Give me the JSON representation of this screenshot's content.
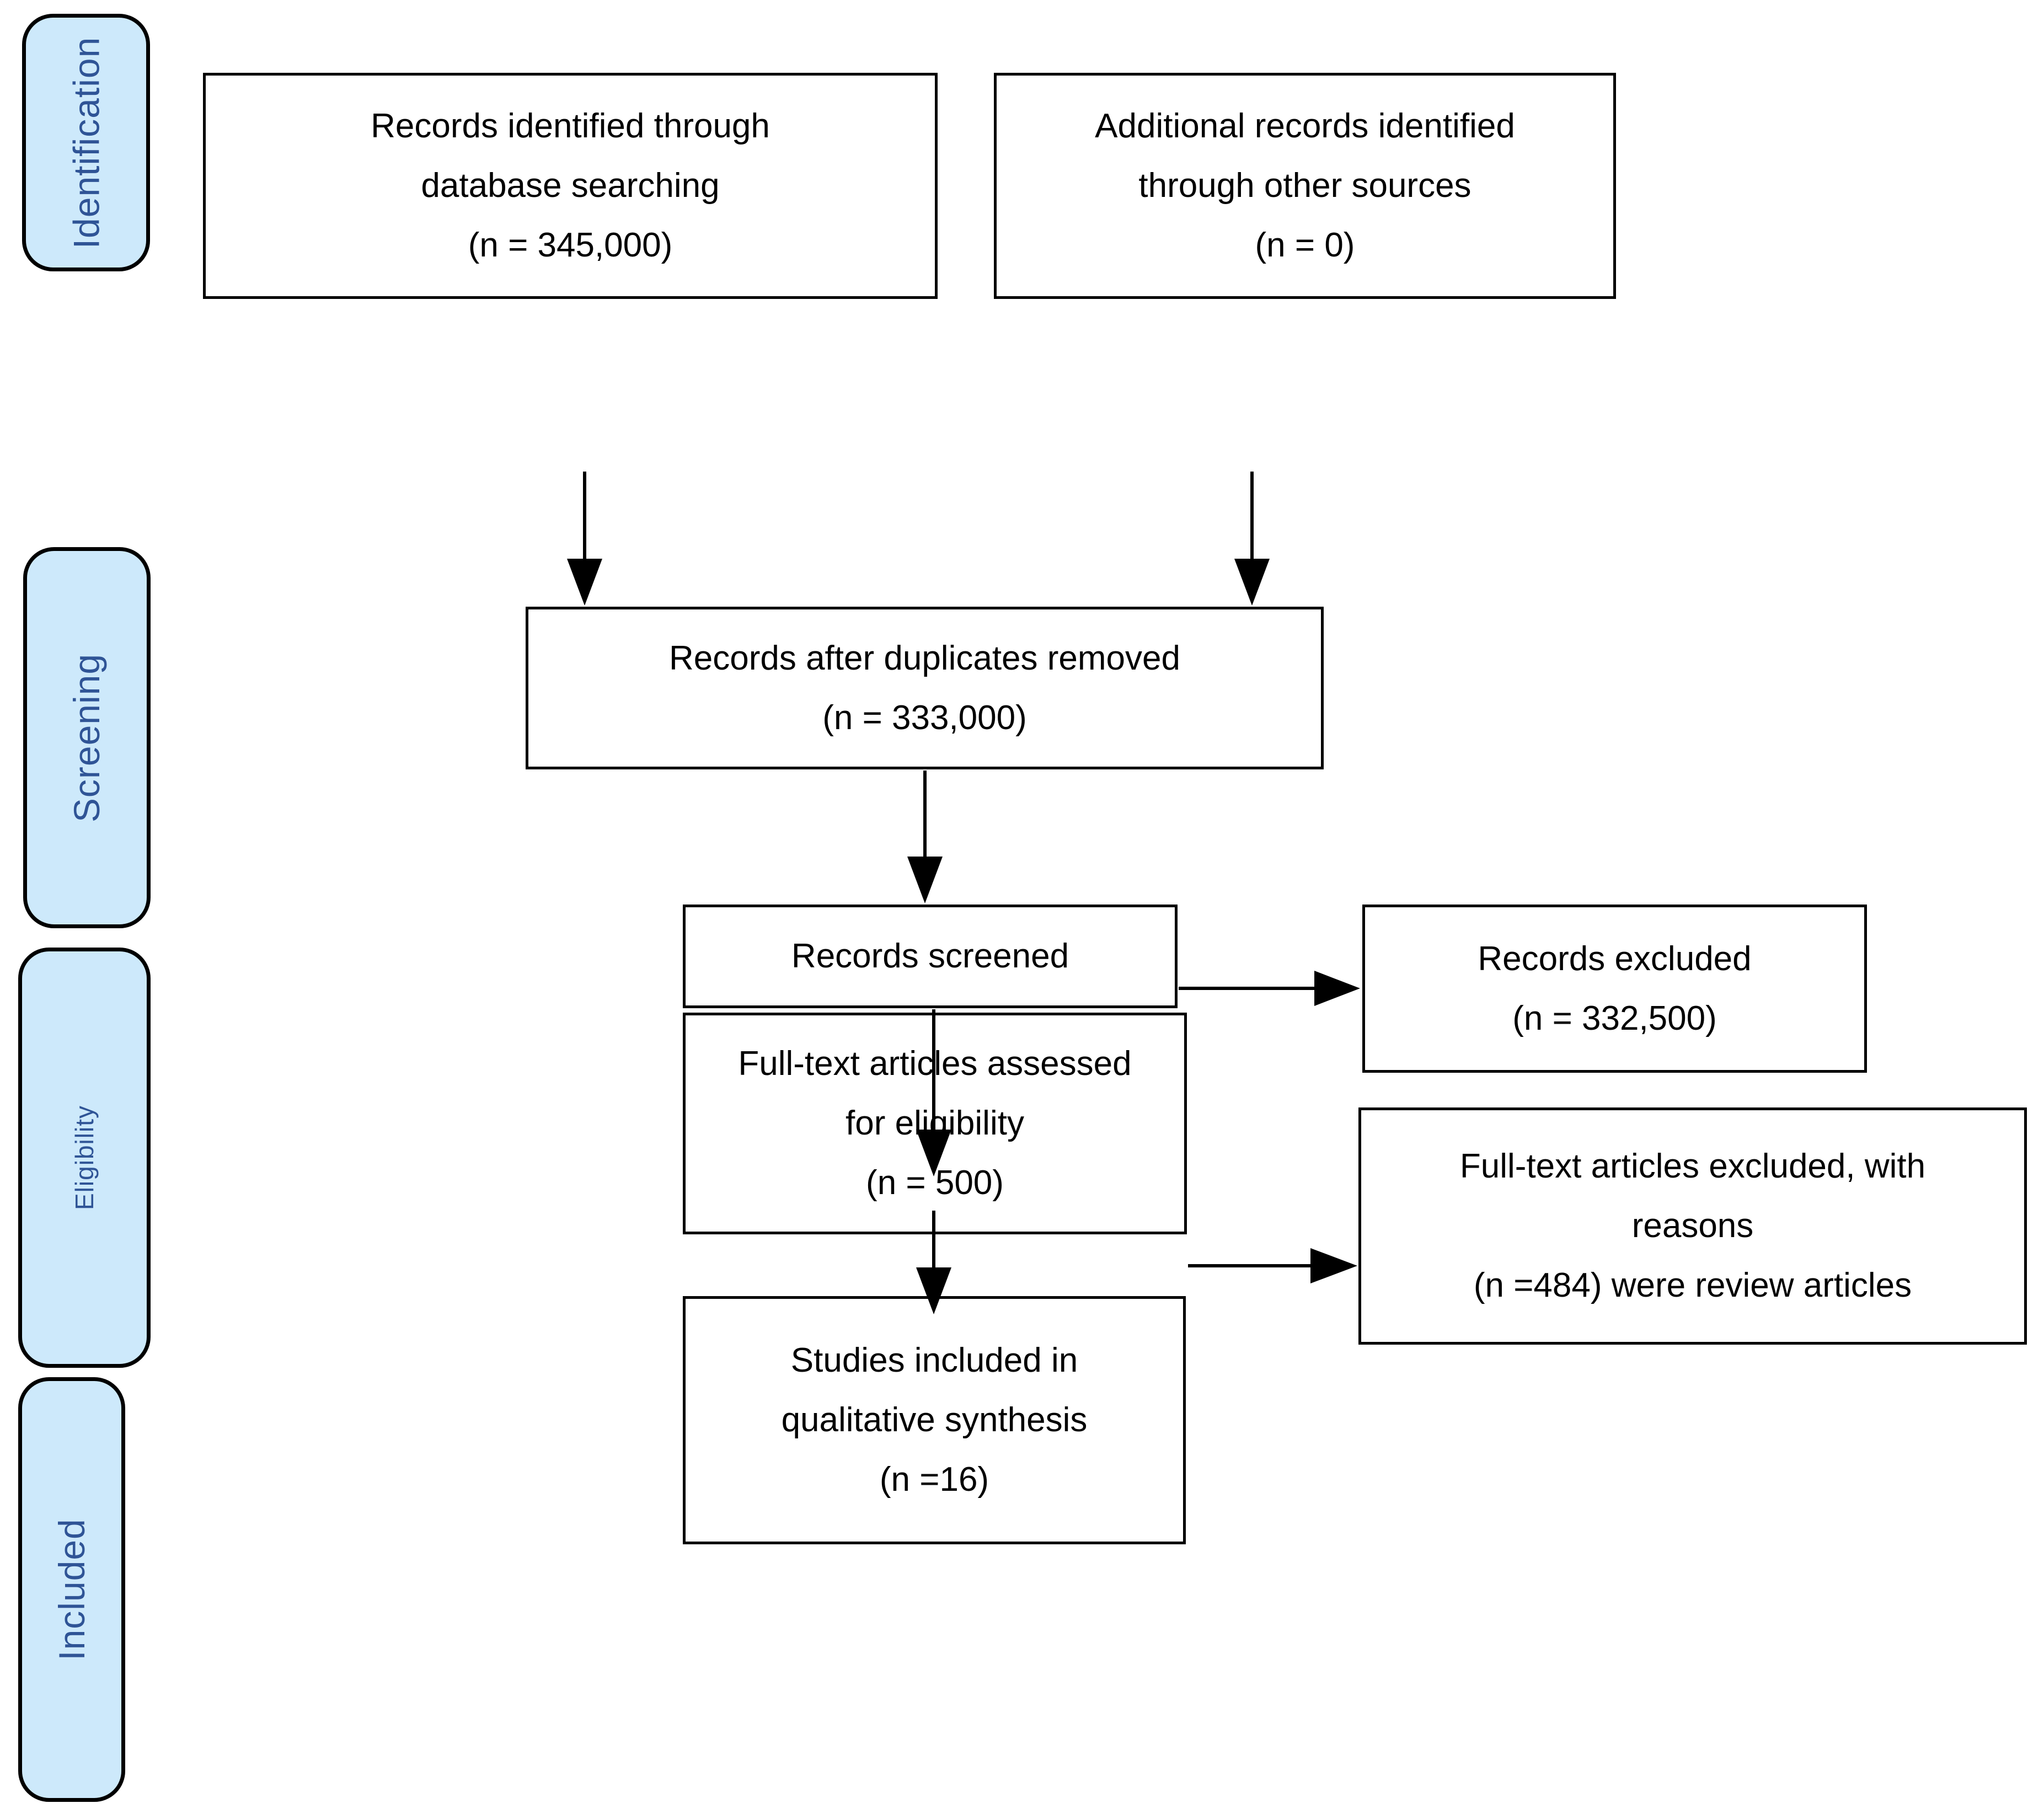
{
  "stage_labels": {
    "identification": "Identification",
    "screening": "Screening",
    "eligibility": "Eligibility",
    "included": "Included"
  },
  "boxes": {
    "records_identified": {
      "lines": [
        "Records identified through",
        "database searching",
        "(n = 345,000)"
      ]
    },
    "additional_records": {
      "lines": [
        "Additional records identified",
        "through other sources",
        "(n = 0)"
      ]
    },
    "after_duplicates": {
      "lines": [
        "Records after duplicates removed",
        "(n = 333,000)"
      ]
    },
    "records_screened": {
      "lines": [
        "Records screened"
      ]
    },
    "records_excluded": {
      "lines": [
        "Records excluded",
        "(n = 332,500)"
      ]
    },
    "fulltext_assessed": {
      "lines": [
        "Full-text articles assessed",
        "for eligibility",
        "(n = 500)"
      ]
    },
    "fulltext_excluded": {
      "lines": [
        "Full-text articles excluded, with",
        "reasons",
        "(n =484) were review articles"
      ]
    },
    "studies_included": {
      "lines": [
        "Studies included in",
        "qualitative synthesis",
        "(n =16)"
      ]
    }
  },
  "colors": {
    "stage_fill": "#cde9fb",
    "stage_text": "#2f5496",
    "box_border": "#000000",
    "line_color": "#000000",
    "bg": "#ffffff"
  }
}
